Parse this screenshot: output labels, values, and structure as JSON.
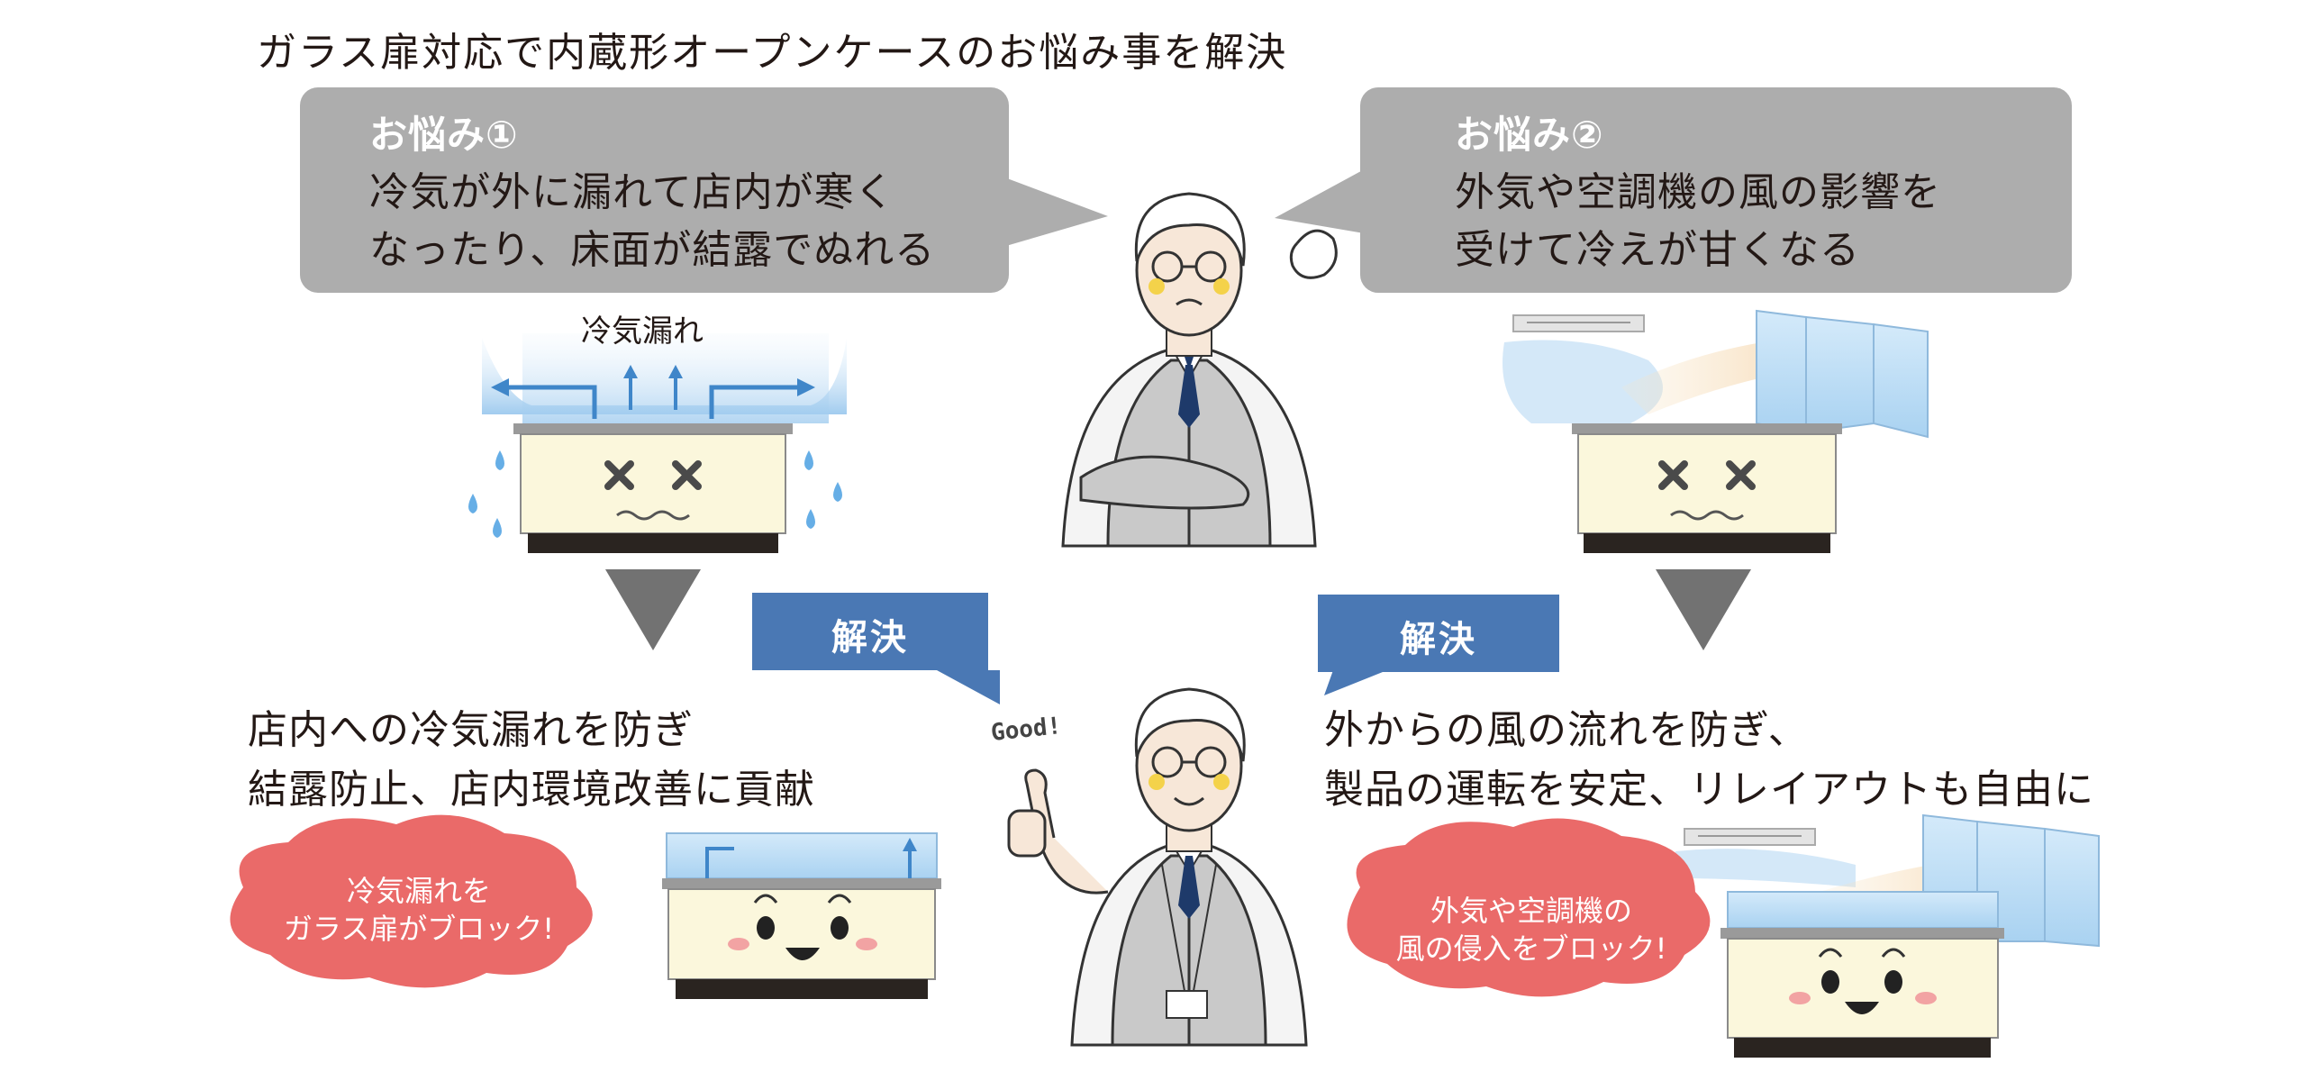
{
  "title": "ガラス扉対応で内蔵形オープンケースのお悩み事を解決",
  "problems": [
    {
      "head": "お悩み①",
      "line1": "冷気が外に漏れて店内が寒く",
      "line2": "なったり、床面が結露でぬれる"
    },
    {
      "head": "お悩み②",
      "line1": "外気や空調機の風の影響を",
      "line2": "受けて冷えが甘くなる"
    }
  ],
  "leak_label": "冷気漏れ",
  "solution_tag": "解決",
  "good_text": "Good!",
  "solutions": [
    {
      "line1": "店内への冷気漏れを防ぎ",
      "line2": "結露防止、店内環境改善に貢献",
      "cloud_line1": "冷気漏れを",
      "cloud_line2": "ガラス扉がブロック!"
    },
    {
      "line1": "外からの風の流れを防ぎ、",
      "line2": "製品の運転を安定、リレイアウトも自由に",
      "cloud_line1": "外気や空調機の",
      "cloud_line2": "風の侵入をブロック!"
    }
  ],
  "colors": {
    "bubble": "#adadad",
    "tag": "#4a78b4",
    "cloud": "#ea6a69",
    "case_body": "#fbf7dc",
    "case_base": "#2a2420",
    "arrow": "#727272",
    "cold": "#4a9ad8"
  }
}
